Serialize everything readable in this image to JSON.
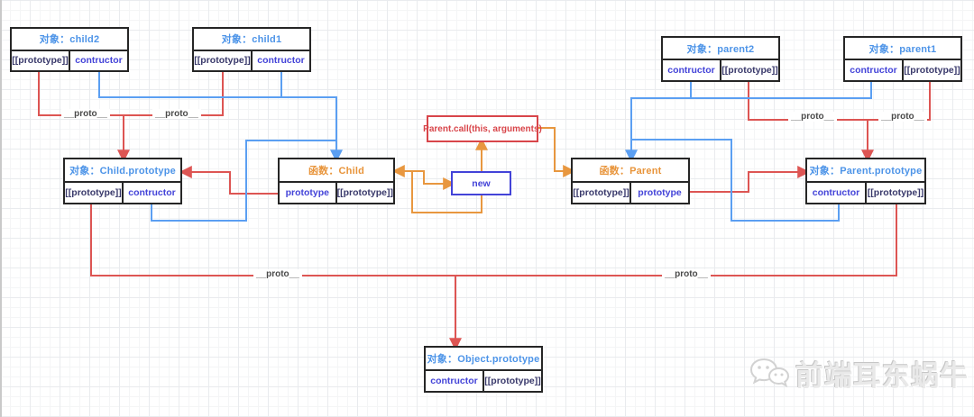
{
  "diagram": {
    "proto_label": "__proto__",
    "boxes": {
      "child2": {
        "title": "对象：child2",
        "cells": [
          "[[prototype]]",
          "contructor"
        ]
      },
      "child1": {
        "title": "对象：child1",
        "cells": [
          "[[prototype]]",
          "contructor"
        ]
      },
      "parent2": {
        "title": "对象：parent2",
        "cells": [
          "contructor",
          "[[prototype]]"
        ]
      },
      "parent1": {
        "title": "对象：parent1",
        "cells": [
          "contructor",
          "[[prototype]]"
        ]
      },
      "child_prototype": {
        "title": "对象：Child.prototype",
        "cells": [
          "[[prototype]]",
          "contructor"
        ]
      },
      "child_fn": {
        "title": "函数：Child",
        "cells": [
          "prototype",
          "[[prototype]]"
        ]
      },
      "parent_fn": {
        "title": "函数：Parent",
        "cells": [
          "[[prototype]]",
          "prototype"
        ]
      },
      "parent_prototype": {
        "title": "对象：Parent.prototype",
        "cells": [
          "contructor",
          "[[prototype]]"
        ]
      },
      "object_prototype": {
        "title": "对象：Object.prototype",
        "cells": [
          "contructor",
          "[[prototype]]"
        ]
      },
      "parent_call": {
        "label": "Parent.call(this, arguments)"
      },
      "new_op": {
        "label": "new"
      }
    },
    "colors": {
      "object_title_blue": "#4d94e8",
      "function_title_orange": "#e8943a",
      "slot_text": "#39396b",
      "property_text": "#4343d8",
      "box_border": "#262626",
      "link_red": "#dd5553",
      "link_blue": "#5b9ff2",
      "link_orange": "#e8973f",
      "call_box_red": "#d8454a",
      "new_box_blue": "#4343d8"
    }
  },
  "watermark": {
    "icon": "wechat-icon",
    "text": "前端耳东蜗牛"
  }
}
